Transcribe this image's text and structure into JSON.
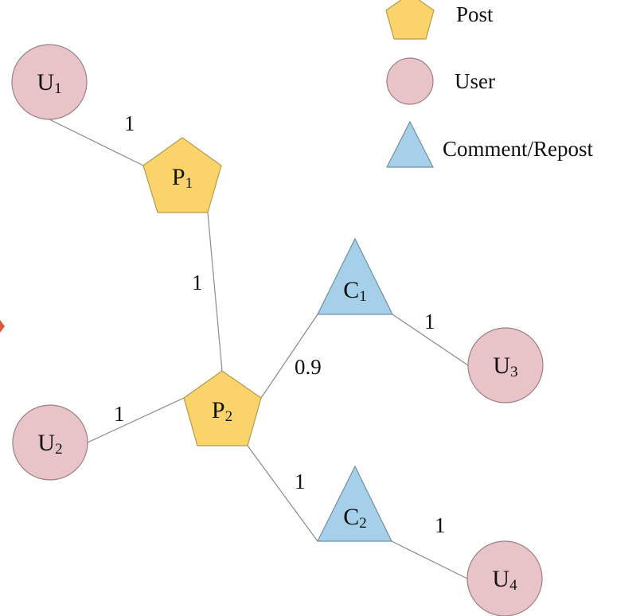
{
  "legend": {
    "items": [
      {
        "kind": "post",
        "label": "Post"
      },
      {
        "kind": "user",
        "label": "User"
      },
      {
        "kind": "comment",
        "label": "Comment/Repost"
      }
    ]
  },
  "colors": {
    "post": "#fad46b",
    "user": "#e8c3c8",
    "comment": "#a6d0ea",
    "edge": "#8a8a8a",
    "arrow_fragment": "#d9593a"
  },
  "nodes": [
    {
      "id": "U1",
      "kind": "user",
      "label": "U",
      "sub": "1"
    },
    {
      "id": "U2",
      "kind": "user",
      "label": "U",
      "sub": "2"
    },
    {
      "id": "U3",
      "kind": "user",
      "label": "U",
      "sub": "3"
    },
    {
      "id": "U4",
      "kind": "user",
      "label": "U",
      "sub": "4"
    },
    {
      "id": "P1",
      "kind": "post",
      "label": "P",
      "sub": "1"
    },
    {
      "id": "P2",
      "kind": "post",
      "label": "P",
      "sub": "2"
    },
    {
      "id": "C1",
      "kind": "comment",
      "label": "C",
      "sub": "1"
    },
    {
      "id": "C2",
      "kind": "comment",
      "label": "C",
      "sub": "2"
    }
  ],
  "edges": [
    {
      "from": "U1",
      "to": "P1",
      "weight": "1"
    },
    {
      "from": "P1",
      "to": "P2",
      "weight": "1"
    },
    {
      "from": "U2",
      "to": "P2",
      "weight": "1"
    },
    {
      "from": "P2",
      "to": "C1",
      "weight": "0.9"
    },
    {
      "from": "C1",
      "to": "U3",
      "weight": "1"
    },
    {
      "from": "P2",
      "to": "C2",
      "weight": "1"
    },
    {
      "from": "C2",
      "to": "U4",
      "weight": "1"
    }
  ]
}
